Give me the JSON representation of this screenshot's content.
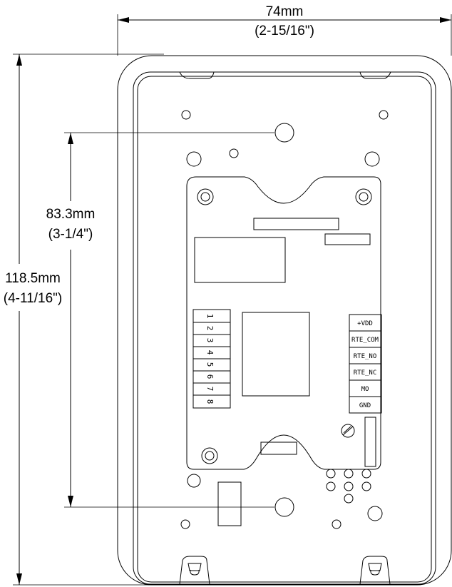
{
  "dimensions": {
    "width": {
      "metric": "74mm",
      "imperial": "(2-15/16\")"
    },
    "height": {
      "metric": "118.5mm",
      "imperial": "(4-11/16\")"
    },
    "hole_spacing": {
      "metric": "83.3mm",
      "imperial": "(3-1/4\")"
    }
  },
  "connector_pins": [
    "1",
    "2",
    "3",
    "4",
    "5",
    "6",
    "7",
    "8"
  ],
  "terminals": [
    "+VDD",
    "RTE_COM",
    "RTE_NO",
    "RTE_NC",
    "MO",
    "GND"
  ]
}
